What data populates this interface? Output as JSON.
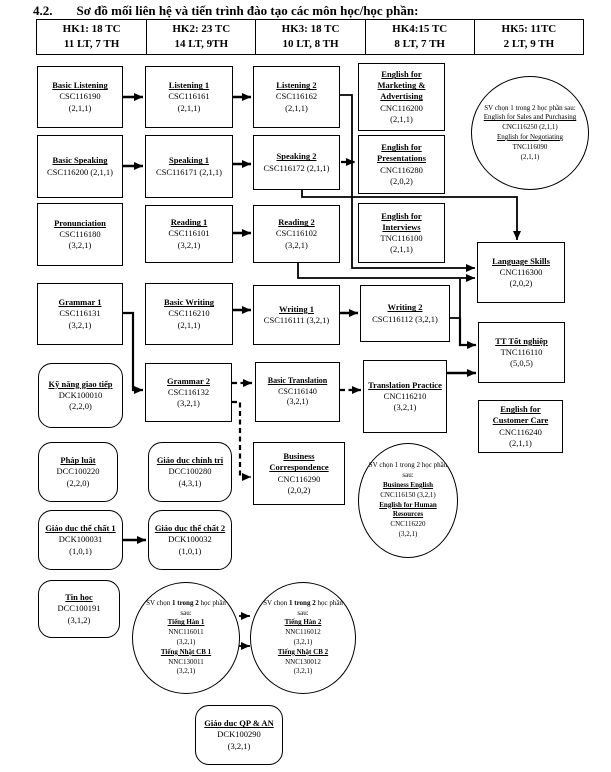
{
  "title": {
    "number": "4.2.",
    "text": "Sơ đồ mối liên hệ và tiến trình đào tạo các môn học/học phần:"
  },
  "header": {
    "cells": [
      {
        "line1": "HK1: 18 TC",
        "line2": "11 LT, 7 TH"
      },
      {
        "line1": "HK2: 23 TC",
        "line2": "14 LT, 9TH"
      },
      {
        "line1": "HK3: 18 TC",
        "line2": "10 LT, 8 TH"
      },
      {
        "line1": "HK4:15 TC",
        "line2": "8 LT, 7 TH"
      },
      {
        "line1": "HK5: 11TC",
        "line2": "2 LT, 9 TH"
      }
    ]
  },
  "nodes": {
    "basic_listening": {
      "title": "Basic Listening",
      "code": "CSC116190",
      "credits": "(2,1,1)"
    },
    "listening1": {
      "title": "Listening 1",
      "code": "CSC116161",
      "credits": "(2,1,1)"
    },
    "listening2": {
      "title": "Listening 2",
      "code": "CSC116162",
      "credits": "(2,1,1)"
    },
    "eng_marketing": {
      "title": "English for Marketing & Advertising",
      "code": "CNC116200",
      "credits": "(2,1,1)"
    },
    "basic_speaking": {
      "title": "Basic Speaking",
      "code_credits": "CSC116200 (2,1,1)"
    },
    "speaking1": {
      "title": "Speaking 1",
      "code_credits": "CSC116171 (2,1,1)"
    },
    "speaking2": {
      "title": "Speaking 2",
      "code_credits": "CSC116172 (2,1,1)"
    },
    "eng_presentations": {
      "title": "English for Presentations",
      "code": "CNC116280",
      "credits": "(2,0,2)"
    },
    "pronunciation": {
      "title": "Pronunciation",
      "code": "CSC116180",
      "credits": "(3,2,1)"
    },
    "reading1": {
      "title": "Reading 1",
      "code": "CSC116101",
      "credits": "(3,2,1)"
    },
    "reading2": {
      "title": "Reading 2",
      "code": "CSC116102",
      "credits": "(3,2,1)"
    },
    "eng_interviews": {
      "title": "English for Interviews",
      "code": "TNC116100",
      "credits": "(2,1,1)"
    },
    "language_skills": {
      "title": "Language Skills",
      "code": "CNC116300",
      "credits": "(2,0,2)"
    },
    "grammar1": {
      "title": "Grammar 1",
      "code": "CSC116131",
      "credits": "(3,2,1)"
    },
    "basic_writing": {
      "title": "Basic Writing",
      "code": "CSC116210",
      "credits": "(2,1,1)"
    },
    "writing1": {
      "title": "Writing 1",
      "code_credits": "CSC116111 (3,2,1)"
    },
    "writing2": {
      "title": "Writing 2",
      "code_credits": "CSC116112 (3,2,1)"
    },
    "tt_tot_nghiep": {
      "title": "TT Tốt nghiệp",
      "code": "TNC116110",
      "credits": "(5,0,5)"
    },
    "ky_nang_giao_tiep": {
      "title": "Kỹ năng giao tiếp",
      "code": "DCK100010",
      "credits": "(2,2,0)"
    },
    "grammar2": {
      "title": "Grammar 2",
      "code": "CSC116132",
      "credits": "(3,2,1)"
    },
    "basic_translation": {
      "title": "Basic Translation",
      "code": "CSC116140",
      "credits": "(3,2,1)"
    },
    "translation_practice": {
      "title": "Translation Practice",
      "code": "CNC116210",
      "credits": "(3,2,1)"
    },
    "eng_customer_care": {
      "title": "English for Customer Care",
      "code": "CNC116240",
      "credits": "(2,1,1)"
    },
    "phap_luat": {
      "title": "Pháp luật",
      "code": "DCC100220",
      "credits": "(2,2,0)"
    },
    "gd_chinh_tri": {
      "title": "Giáo dục chính trị",
      "code": "DCC100280",
      "credits": "(4,3,1)"
    },
    "business_corr": {
      "title": "Business Correspondence",
      "code": "CNC116290",
      "credits": "(2,0,2)"
    },
    "gdtc1": {
      "title": "Giáo dục thể chất 1",
      "code": "DCK100031",
      "credits": "(1,0,1)"
    },
    "gdtc2": {
      "title": "Giáo dục thể chất 2",
      "code": "DCK100032",
      "credits": "(1,0,1)"
    },
    "tin_hoc": {
      "title": "Tin học",
      "code": "DCC100191",
      "credits": "(3,1,2)"
    },
    "gd_qpan": {
      "title": "Giáo dục QP & AN",
      "code": "DCK100290",
      "credits": "(3,2,1)"
    }
  },
  "ellipses": {
    "sales": {
      "intro": "SV chọn 1 trong 2 học phần sau:",
      "item1_title": "English for Sales and Purchasing",
      "item1_code": "CNC116250 (2,1,1)",
      "item2_title": "English for Negotiating",
      "item2_code": "TNC116090",
      "item2_credits": "(2,1,1)"
    },
    "bizeng": {
      "intro": "SV chọn 1 trong 2 học phần sau:",
      "item1_title": "Business English",
      "item1_code": "CNC116150 (3,2,1)",
      "item2_title": "English for Human Resources",
      "item2_code": "CNC116220",
      "item2_credits": "(3,2,1)"
    },
    "han1": {
      "intro_pre": "SV chọn ",
      "intro_bold": "1 trong 2",
      "intro_post": " học phần sau:",
      "item1_title": "Tiếng Hàn 1",
      "item1_code": "NNC116011",
      "item1_credits": "(3,2,1)",
      "item2_title": "Tiếng Nhật CB 1",
      "item2_code": "NNC130011",
      "item2_credits": "(3,2,1)"
    },
    "han2": {
      "intro_pre": "SV chọn ",
      "intro_bold": "1 trong 2",
      "intro_post": " học phần sau:",
      "item1_title": "Tiếng Hàn 2",
      "item1_code": "NNC116012",
      "item1_credits": "(3,2,1)",
      "item2_title": "Tiếng Nhật CB 2",
      "item2_code": "NNC130012",
      "item2_credits": "(3,2,1)"
    }
  }
}
